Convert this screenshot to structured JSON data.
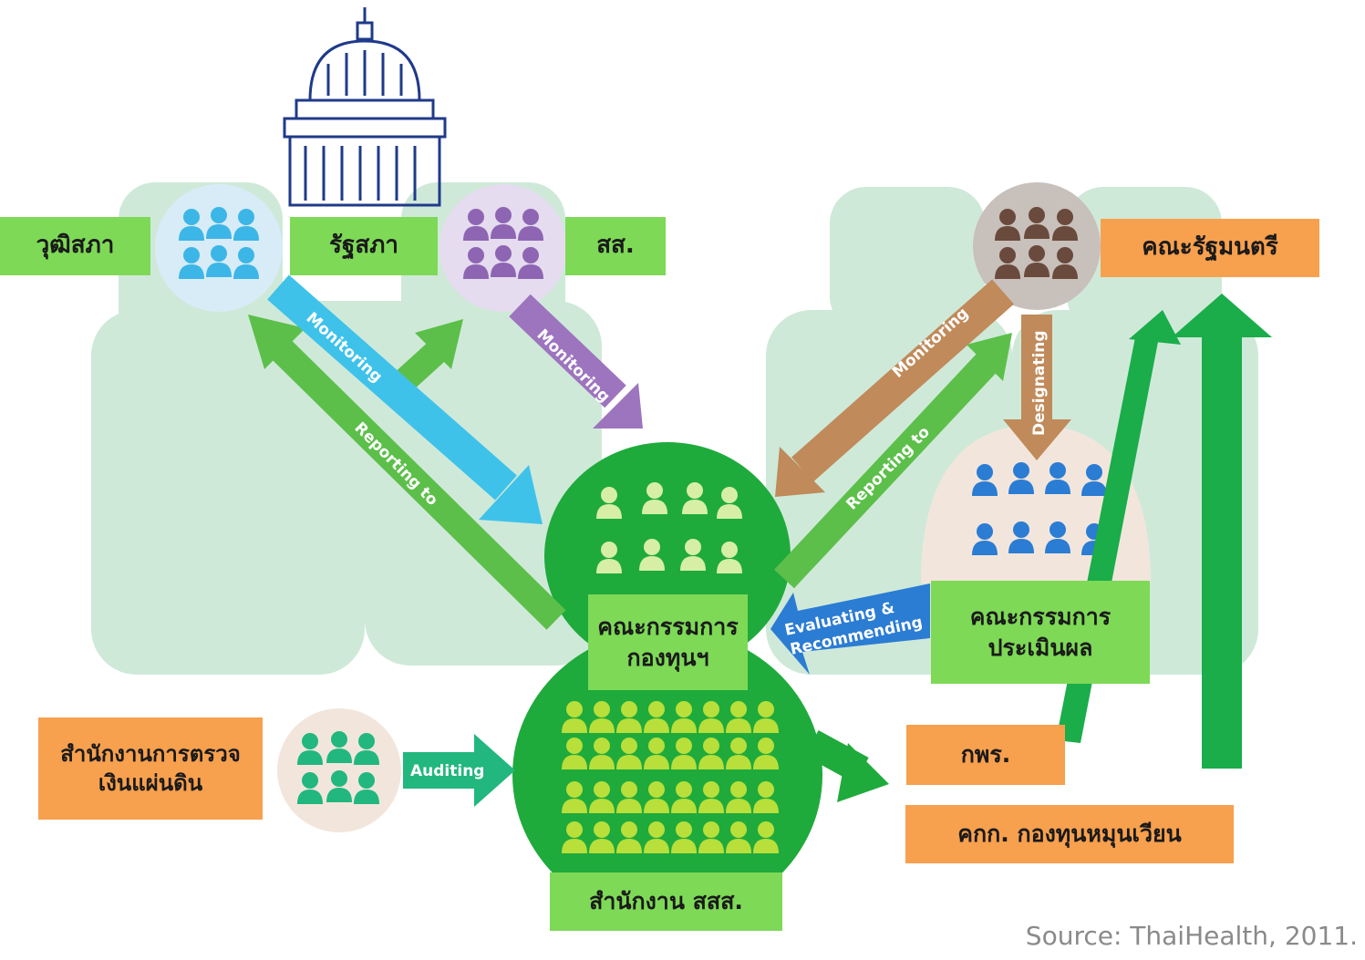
{
  "labels": {
    "senate": "วุฒิสภา",
    "parliament": "รัฐสภา",
    "mp": "สส.",
    "cabinet": "คณะรัฐมนตรี",
    "fund_committee_line1": "คณะกรรมการ",
    "fund_committee_line2": "กองทุนฯ",
    "eval_committee_line1": "คณะกรรมการ",
    "eval_committee_line2": "ประเมินผล",
    "audit_office_line1": "สำนักงานการตรวจ",
    "audit_office_line2": "เงินแผ่นดิน",
    "thaihealth_office": "สำนักงาน สสส.",
    "kpr": "กพร.",
    "revolving_fund": "คกก. กองทุนหมุนเวียน"
  },
  "arrows": {
    "monitoring_left": "Monitoring",
    "monitoring_mid": "Monitoring",
    "reporting_left": "Reporting to",
    "monitoring_right": "Monitoring",
    "designating": "Designating",
    "reporting_right": "Reporting to",
    "evaluating_line1": "Evaluating &",
    "evaluating_line2": "Recommending",
    "auditing": "Auditing"
  },
  "source": "Source: ThaiHealth, 2011.",
  "colors": {
    "green_box": "#7ed957",
    "orange_box": "#f7a04e",
    "dark_green": "#1faa3c",
    "arrow_green": "#5cbf4a",
    "arrow_blue": "#3fc2ea",
    "arrow_purple": "#9d74be",
    "arrow_brown": "#c08a5a",
    "arrow_deepblue": "#2b7cd3",
    "arrow_teal": "#21b77f",
    "bino_bg": "#cfe9d9"
  }
}
